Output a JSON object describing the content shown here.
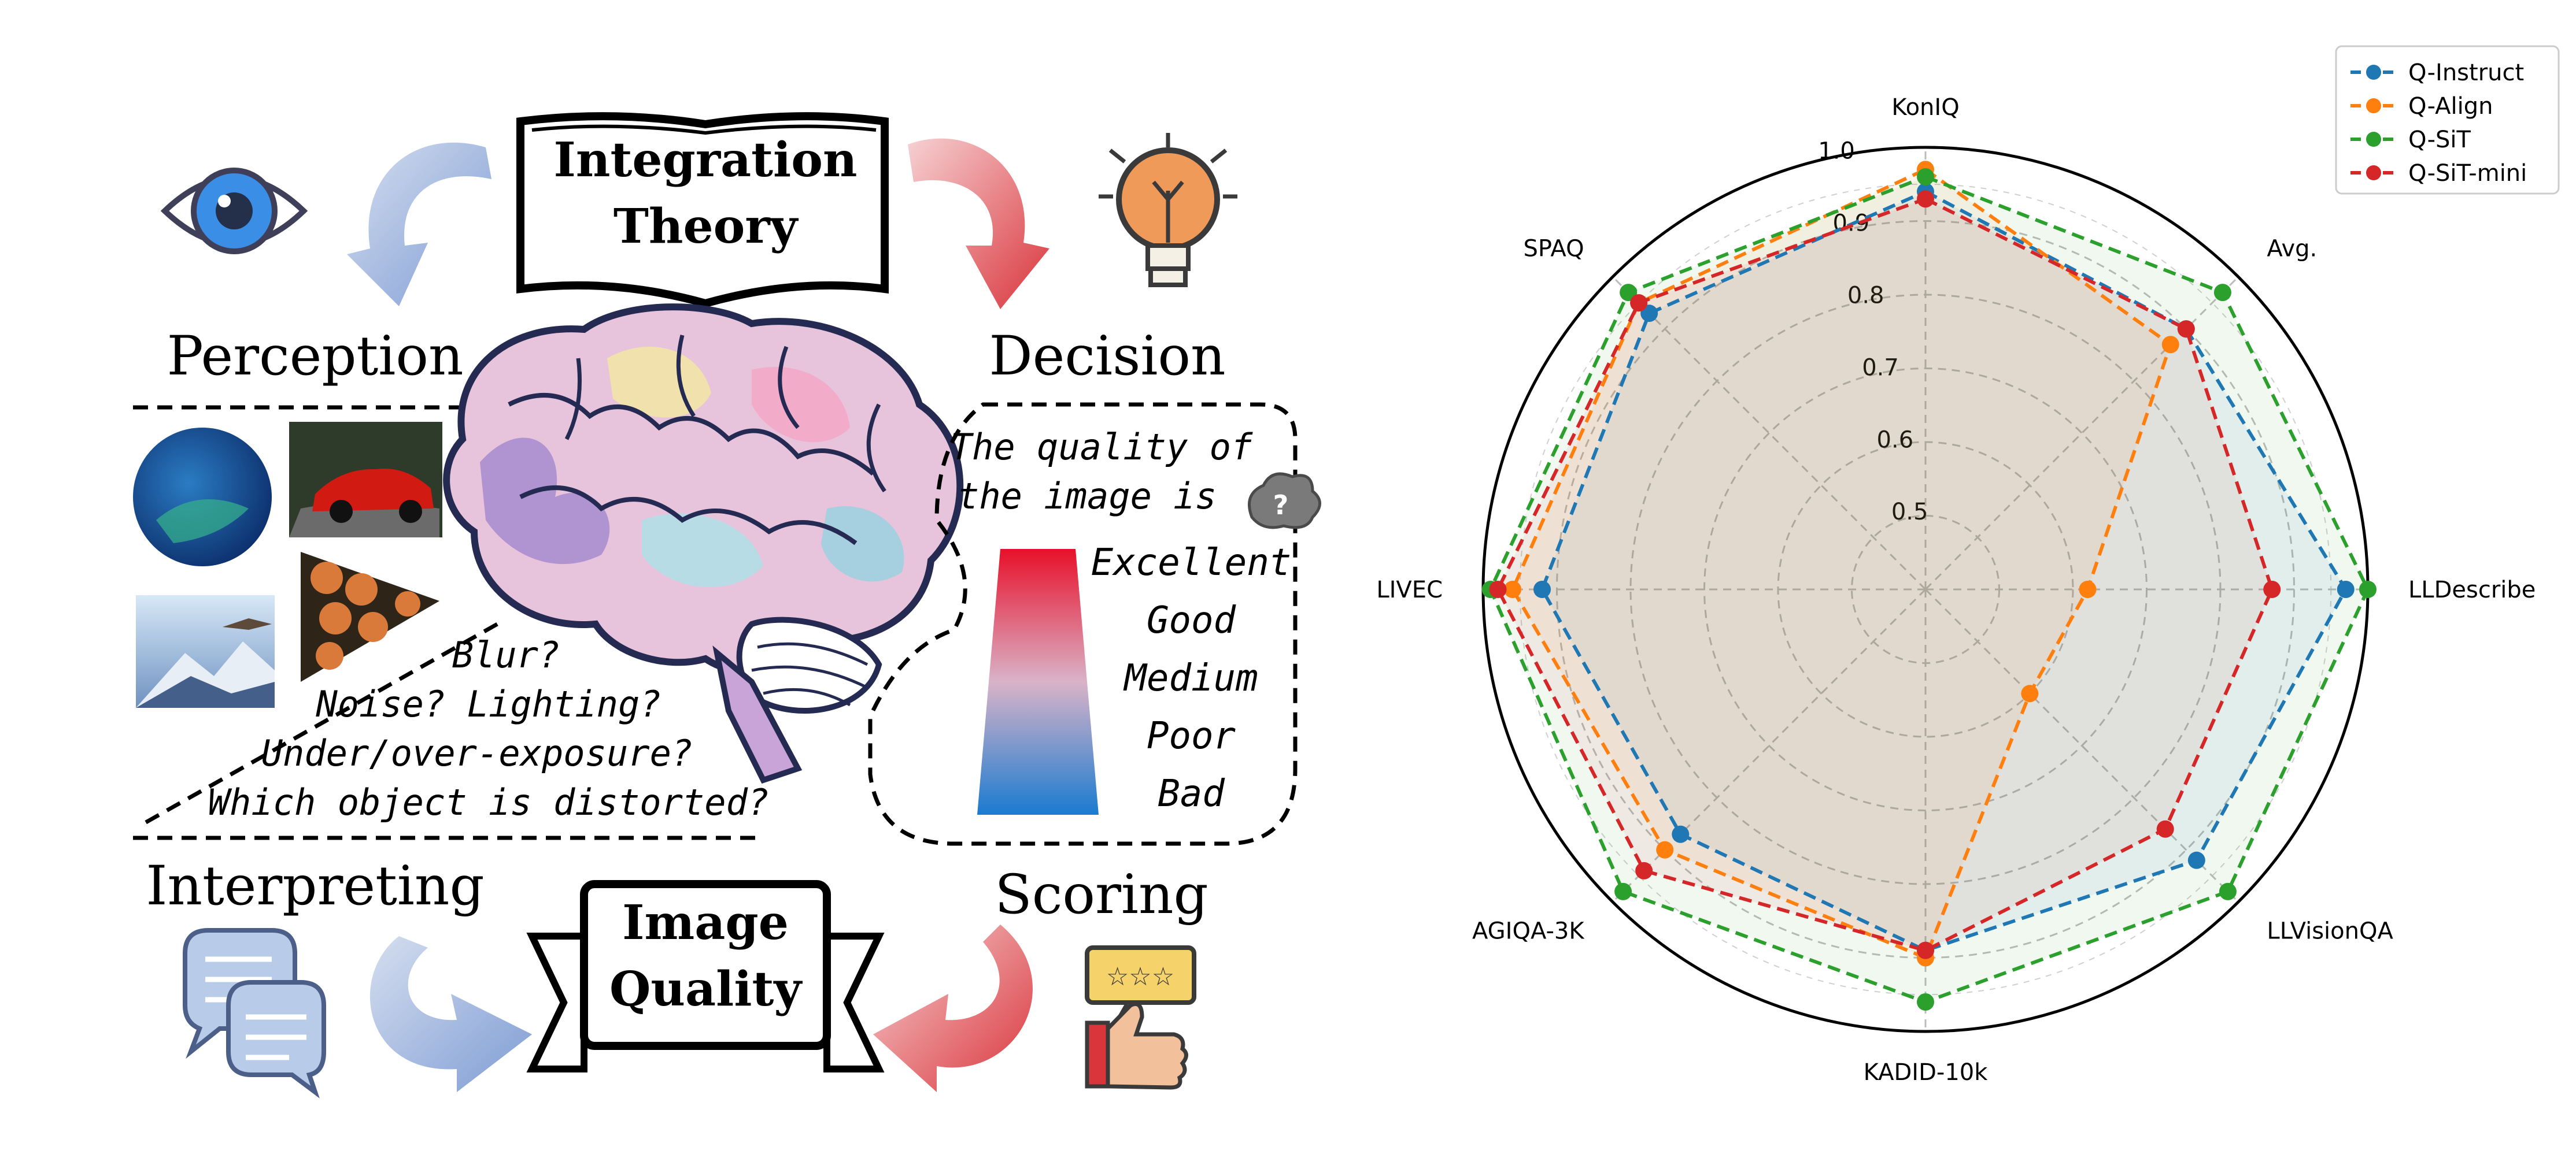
{
  "diagram": {
    "theory_line1": "Integration",
    "theory_line2": "Theory",
    "perception": "Perception",
    "decision": "Decision",
    "interpreting": "Interpreting",
    "scoring": "Scoring",
    "quality_line1": "Image",
    "quality_line2": "Quality",
    "thought_line1": "The quality of",
    "thought_line2": "the image is",
    "thought_icon": "?",
    "grades": [
      "Excellent",
      "Good",
      "Medium",
      "Poor",
      "Bad"
    ],
    "question_lines": [
      "Blur?",
      "Noise? Lighting?",
      "Under/over-exposure?",
      "Which object is distorted?"
    ],
    "icons": [
      "eye-icon",
      "lightbulb-icon",
      "brain-icon",
      "chat-bubbles-icon",
      "thumbs-up-rating-icon",
      "curved-arrow-icon"
    ],
    "colors": {
      "arrow_blue": "#8fa9d6",
      "arrow_red": "#d9353b",
      "brain_purple": "#a58ccf",
      "brain_pink": "#e9b6cf",
      "bar_top": "#e8102a",
      "bar_bottom": "#1a7bd0"
    }
  },
  "chart_data": {
    "type": "radar",
    "axes": [
      "KonIQ",
      "Avg.",
      "LLDescribe",
      "LLVisionQA",
      "KADID-10k",
      "AGIQA-3K",
      "LIVEC",
      "SPAQ"
    ],
    "rlim": [
      0.4,
      1.0
    ],
    "ticks": [
      "0.5",
      "0.6",
      "0.7",
      "0.8",
      "0.9",
      "1.0"
    ],
    "grid": true,
    "legend_position": "top-right",
    "series": [
      {
        "name": "Q-Instruct",
        "color": "#1f77b4",
        "values": [
          0.94,
          0.9,
          0.97,
          0.92,
          0.89,
          0.87,
          0.92,
          0.93
        ]
      },
      {
        "name": "Q-Align",
        "color": "#ff7f0e",
        "values": [
          0.97,
          0.87,
          0.62,
          0.6,
          0.9,
          0.9,
          0.96,
          0.95
        ]
      },
      {
        "name": "Q-SiT",
        "color": "#2ca02c",
        "values": [
          0.96,
          0.97,
          1.0,
          0.98,
          0.96,
          0.98,
          0.99,
          0.97
        ]
      },
      {
        "name": "Q-SiT-mini",
        "color": "#d62728",
        "values": [
          0.93,
          0.9,
          0.87,
          0.86,
          0.89,
          0.94,
          0.98,
          0.95
        ]
      }
    ]
  }
}
